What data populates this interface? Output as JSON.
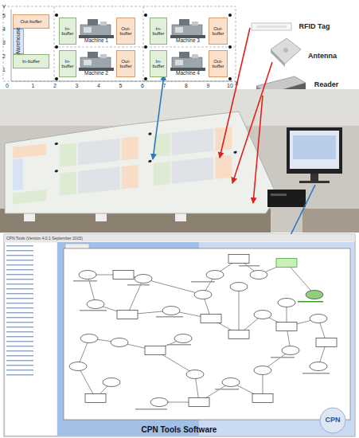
{
  "diagram": {
    "nodes": [
      {
        "text": [
          "Out-buffer"
        ]
      },
      {
        "text": [
          "Warehouse"
        ]
      },
      {
        "text": [
          "In-buffer"
        ]
      },
      {
        "text": [
          "In-buffer"
        ]
      },
      {
        "text": [
          "Machine 1"
        ]
      },
      {
        "text": [
          "Out-buffer"
        ]
      },
      {
        "text": [
          "In-buffer"
        ]
      },
      {
        "text": [
          "Machine 3"
        ]
      },
      {
        "text": [
          "Out-buffer"
        ]
      },
      {
        "text": [
          "In-buffer"
        ]
      },
      {
        "text": [
          "Machine 2"
        ]
      },
      {
        "text": [
          "Out-buffer"
        ]
      },
      {
        "text": [
          "In-buffer"
        ]
      },
      {
        "text": [
          "Machine 4"
        ]
      },
      {
        "text": [
          "Out-buffer"
        ]
      }
    ],
    "labels": [
      "Y",
      "5",
      "4",
      "3",
      "2",
      "1",
      "0",
      "1",
      "2",
      "3",
      "4",
      "5",
      "6",
      "7",
      "8",
      "9",
      "10",
      "X",
      "RFID Tag",
      "Antenna",
      "Reader",
      "CPN Tools (Version 4.0.1 September 2015)",
      "CPN",
      "CPN Tools Software"
    ]
  }
}
